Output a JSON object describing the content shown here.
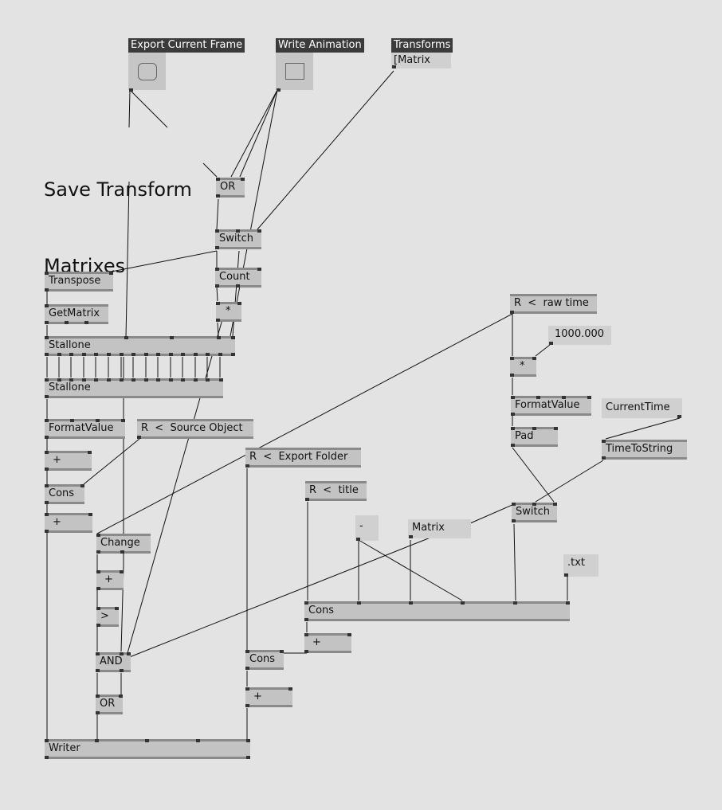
{
  "headers": {
    "export_current_frame": "Export Current Frame",
    "write_animation": "Write Animation",
    "transforms": "Transforms"
  },
  "iobox_values": {
    "transforms": "[Matrix",
    "multiplier": "1000.000",
    "ext": ".txt",
    "matrix_string": "Matrix",
    "current_time": "CurrentTime",
    "dash": "-"
  },
  "comment": {
    "line1": "Save Transform",
    "line2": "Matrixes"
  },
  "nodes": {
    "or_top": "OR",
    "switch_top": "Switch",
    "count": "Count",
    "mul_left": "*",
    "transpose": "Transpose",
    "getmatrix": "GetMatrix",
    "stallone_1": "Stallone",
    "stallone_2": "Stallone",
    "formatvalue_left": "FormatValue",
    "r_source_object": "R  <  Source Object",
    "plus_1": "+",
    "cons_left": "Cons",
    "plus_2": "+",
    "change": "Change",
    "plus_3": "+",
    "greater": ">",
    "and": "AND",
    "or_bottom": "OR",
    "writer": "Writer",
    "r_export_folder": "R  <  Export Folder",
    "cons_mid": "Cons",
    "plus_mid": "+",
    "r_title": "R  <  title",
    "cons_big": "Cons",
    "plus_big": "+",
    "r_raw_time": "R  <  raw time",
    "mul_right": "*",
    "formatvalue_right": "FormatValue",
    "pad": "Pad",
    "switch_right": "Switch",
    "timetostring": "TimeToString"
  }
}
